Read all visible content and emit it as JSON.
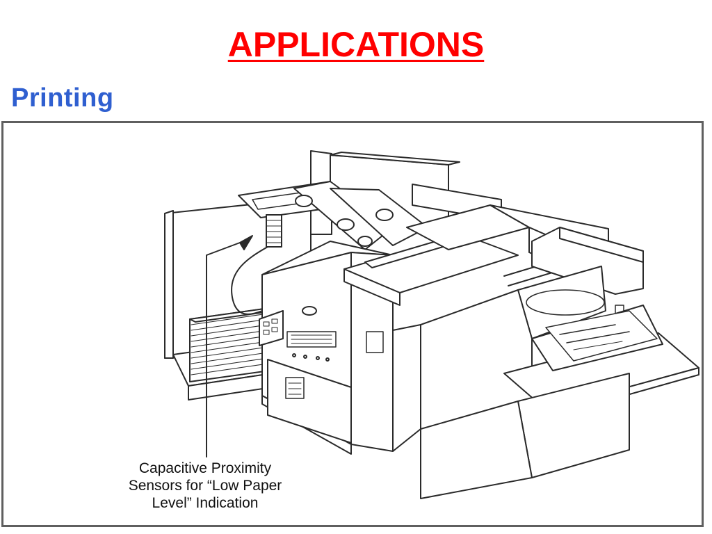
{
  "slide": {
    "title": "APPLICATIONS",
    "title_color": "#ff0000",
    "section_heading": "Printing",
    "section_heading_color": "#2f5fd0"
  },
  "figure": {
    "caption_lines": [
      "Capacitive Proximity",
      "Sensors for “Low Paper",
      "Level” Indication"
    ],
    "frame_color": "#5f5f5f",
    "line_color": "#2a2a2a"
  }
}
